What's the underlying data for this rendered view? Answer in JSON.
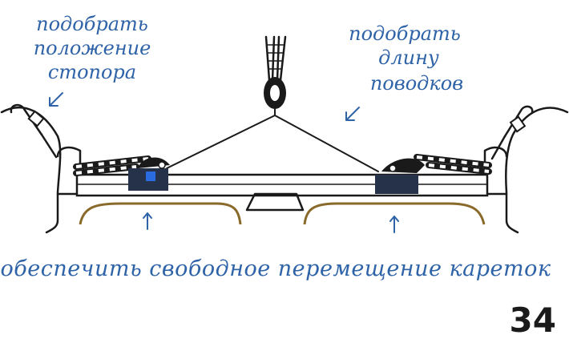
{
  "annotations": {
    "stopper_note": [
      "подобрать",
      "положение",
      "стопора"
    ],
    "leads_note": [
      "подобрать",
      "длину",
      "поводков"
    ],
    "caption": "обеспечить свободное перемещение кареток"
  },
  "page_number": "34",
  "colors": {
    "ink": "#1a1a1a",
    "annotation_blue": "#2f63a8",
    "car_fill": "#26324a",
    "car_accent": "#2a6be0"
  },
  "icons": [
    "arrow-down-left-icon",
    "arrow-up-icon",
    "block-pulley-icon",
    "shackle-icon"
  ]
}
